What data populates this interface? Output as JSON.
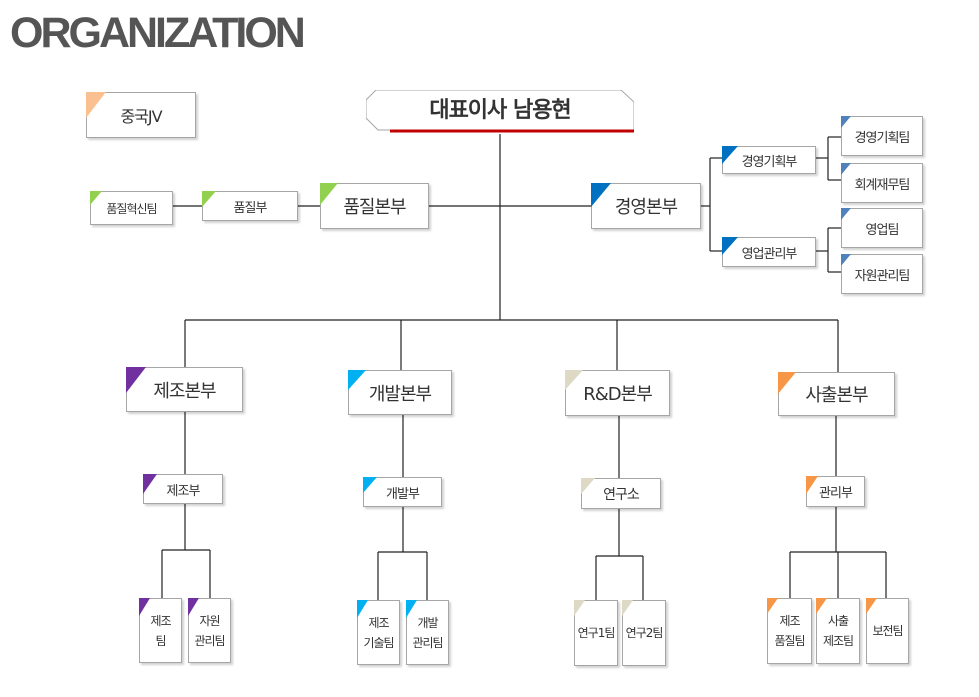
{
  "title": "ORGANIZATION",
  "colors": {
    "quality": "#92d050",
    "management": "#0070c0",
    "management_light": "#4f81bd",
    "manufacturing": "#7030a0",
    "development": "#00b0f0",
    "rnd": "#ddd9c4",
    "sales": "#f79646",
    "china": "#fac090",
    "ceo_line": "#c00000",
    "connector": "#222222"
  },
  "ceo": {
    "label": "대표이사 남용현"
  },
  "china": {
    "label": "중국JV"
  },
  "quality": {
    "hq": "품질본부",
    "dept": "품질부",
    "team": "품질혁신팀"
  },
  "management": {
    "hq": "경영본부",
    "planning_dept": "경영기획부",
    "planning_teams": [
      "경영기획팀",
      "회계재무팀"
    ],
    "sales_dept": "영업관리부",
    "sales_teams": [
      "영업팀",
      "자원관리팀"
    ]
  },
  "manufacturing": {
    "hq": "제조본부",
    "dept": "제조부",
    "teams": [
      "제조\n팀",
      "자원\n관리팀"
    ]
  },
  "development": {
    "hq": "개발본부",
    "dept": "개발부",
    "teams": [
      "제조\n기술팀",
      "개발\n관리팀"
    ]
  },
  "rnd": {
    "hq": "R&D본부",
    "dept": "연구소",
    "teams": [
      "연구1팀",
      "연구2팀"
    ]
  },
  "sales": {
    "hq": "사출본부",
    "dept": "관리부",
    "teams": [
      "제조\n품질팀",
      "사출\n제조팀",
      "보전팀"
    ]
  }
}
